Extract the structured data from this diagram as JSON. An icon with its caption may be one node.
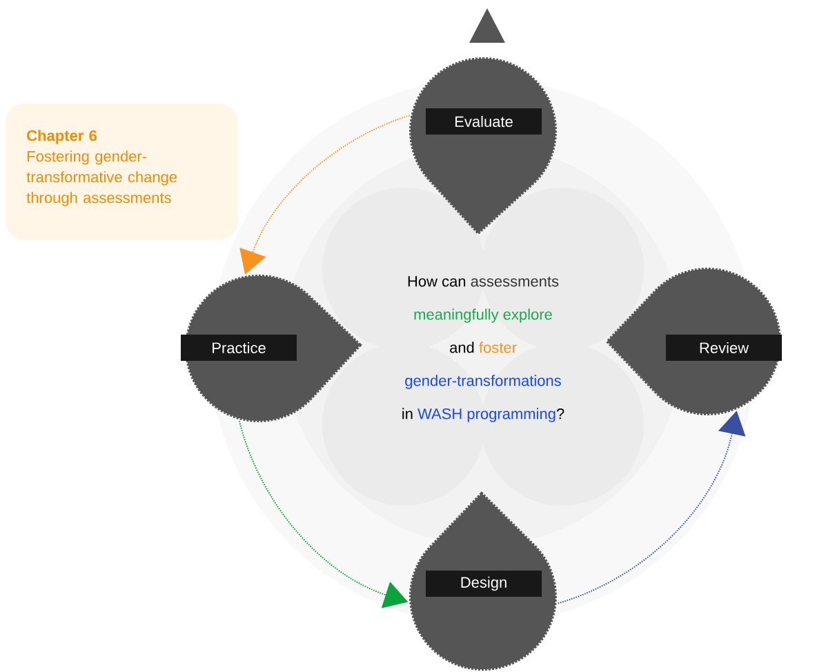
{
  "diagram": {
    "nodes": [
      {
        "text": [
          "Chapter 6",
          "Fostering gender-transformative change through assessments"
        ]
      },
      {
        "text": [
          "Evaluate"
        ]
      },
      {
        "text": [
          "Review"
        ]
      },
      {
        "text": [
          "Design"
        ]
      },
      {
        "text": [
          "Practice"
        ]
      },
      {
        "text": [
          "How can",
          "assessments",
          "meaningfully explore",
          "and",
          "foster",
          "gender-transformations",
          "in",
          "WASH programming",
          "?"
        ]
      }
    ],
    "edges": [
      {
        "from": 1,
        "to": 4,
        "arrow": "to",
        "color": "#f7931e"
      },
      {
        "from": 4,
        "to": 3,
        "arrow": "to",
        "color": "#0aa33c"
      },
      {
        "from": 3,
        "to": 2,
        "arrow": "to",
        "color": "#3a4f9e"
      }
    ]
  }
}
